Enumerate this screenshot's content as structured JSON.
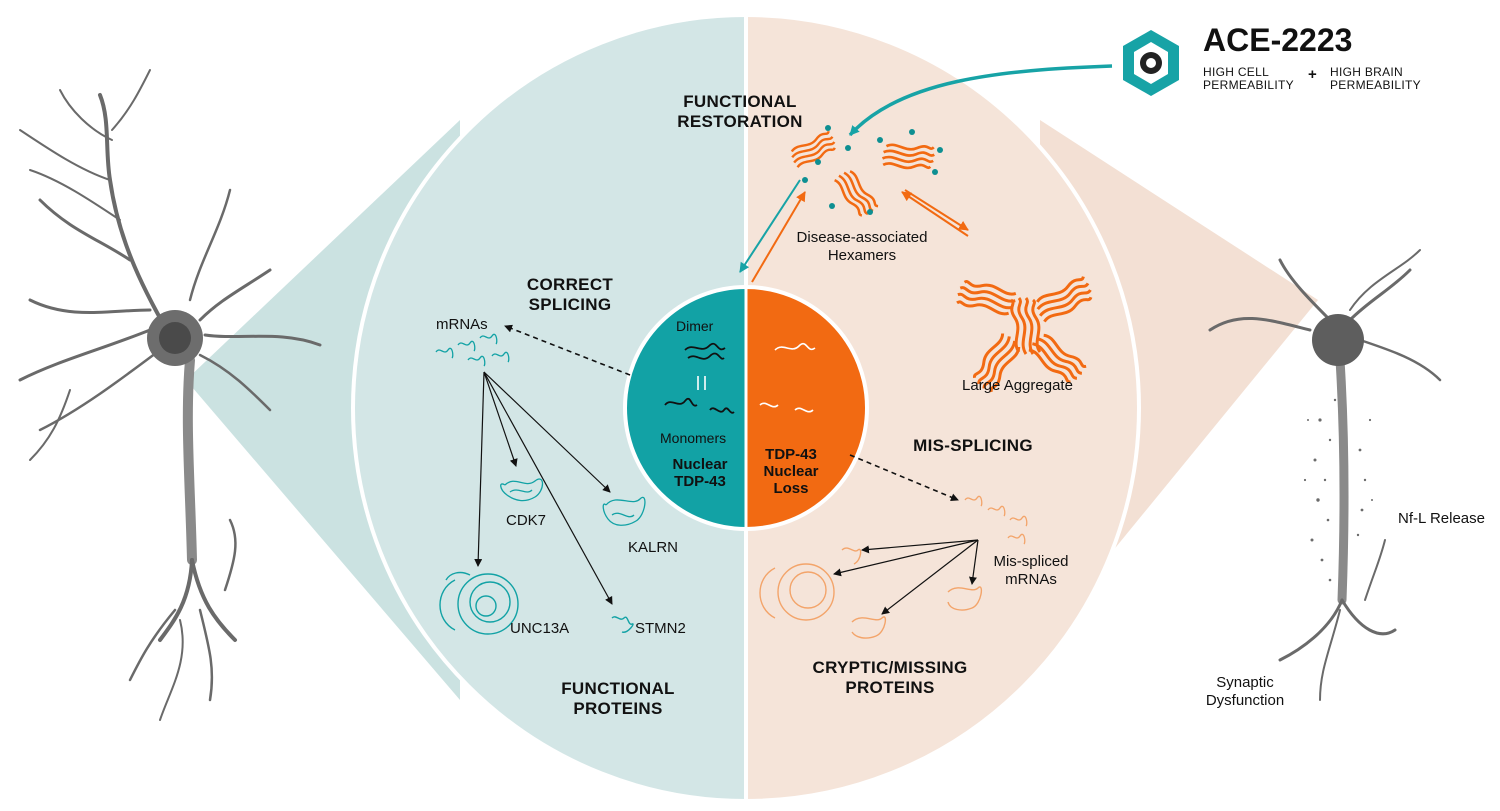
{
  "drug": {
    "name": "ACE-2223",
    "property1": [
      "HIGH CELL",
      "PERMEABILITY"
    ],
    "plus": "+",
    "property2": [
      "HIGH BRAIN",
      "PERMEABILITY"
    ],
    "color": "#17a3a6"
  },
  "colors": {
    "teal": "#12a2a5",
    "orange": "#f26a12",
    "leftBg": "#d3e6e6",
    "rightBg": "#f5e4d9",
    "wedgeLeft": "#cbe2e1",
    "wedgeRight": "#f3e0d4"
  },
  "headings": {
    "functional_restoration": [
      "FUNCTIONAL",
      "RESTORATION"
    ],
    "correct_splicing": [
      "CORRECT",
      "SPLICING"
    ],
    "mis_splicing": "MIS-SPLICING",
    "functional_proteins": [
      "FUNCTIONAL",
      "PROTEINS"
    ],
    "cryptic_missing": [
      "CRYPTIC/MISSING",
      "PROTEINS"
    ]
  },
  "center": {
    "dimer": "Dimer",
    "monomers": "Monomers",
    "nuclear_tdp43": [
      "Nuclear",
      "TDP-43"
    ],
    "loss": [
      "TDP-43",
      "Nuclear",
      "Loss"
    ]
  },
  "labels": {
    "hexamers": [
      "Disease-associated",
      "Hexamers"
    ],
    "large_aggregate": "Large Aggregate",
    "mrnas": "mRNAs",
    "mis_spliced": [
      "Mis-spliced",
      "mRNAs"
    ],
    "nfl_release": "Nf-L Release",
    "synaptic": [
      "Synaptic",
      "Dysfunction"
    ]
  },
  "proteins": [
    "CDK7",
    "KALRN",
    "UNC13A",
    "STMN2"
  ],
  "icons": [
    "drug-hexagon-icon",
    "neuron-healthy-icon",
    "neuron-degenerating-icon",
    "protein-fibril-icon",
    "rna-squiggle-icon"
  ]
}
